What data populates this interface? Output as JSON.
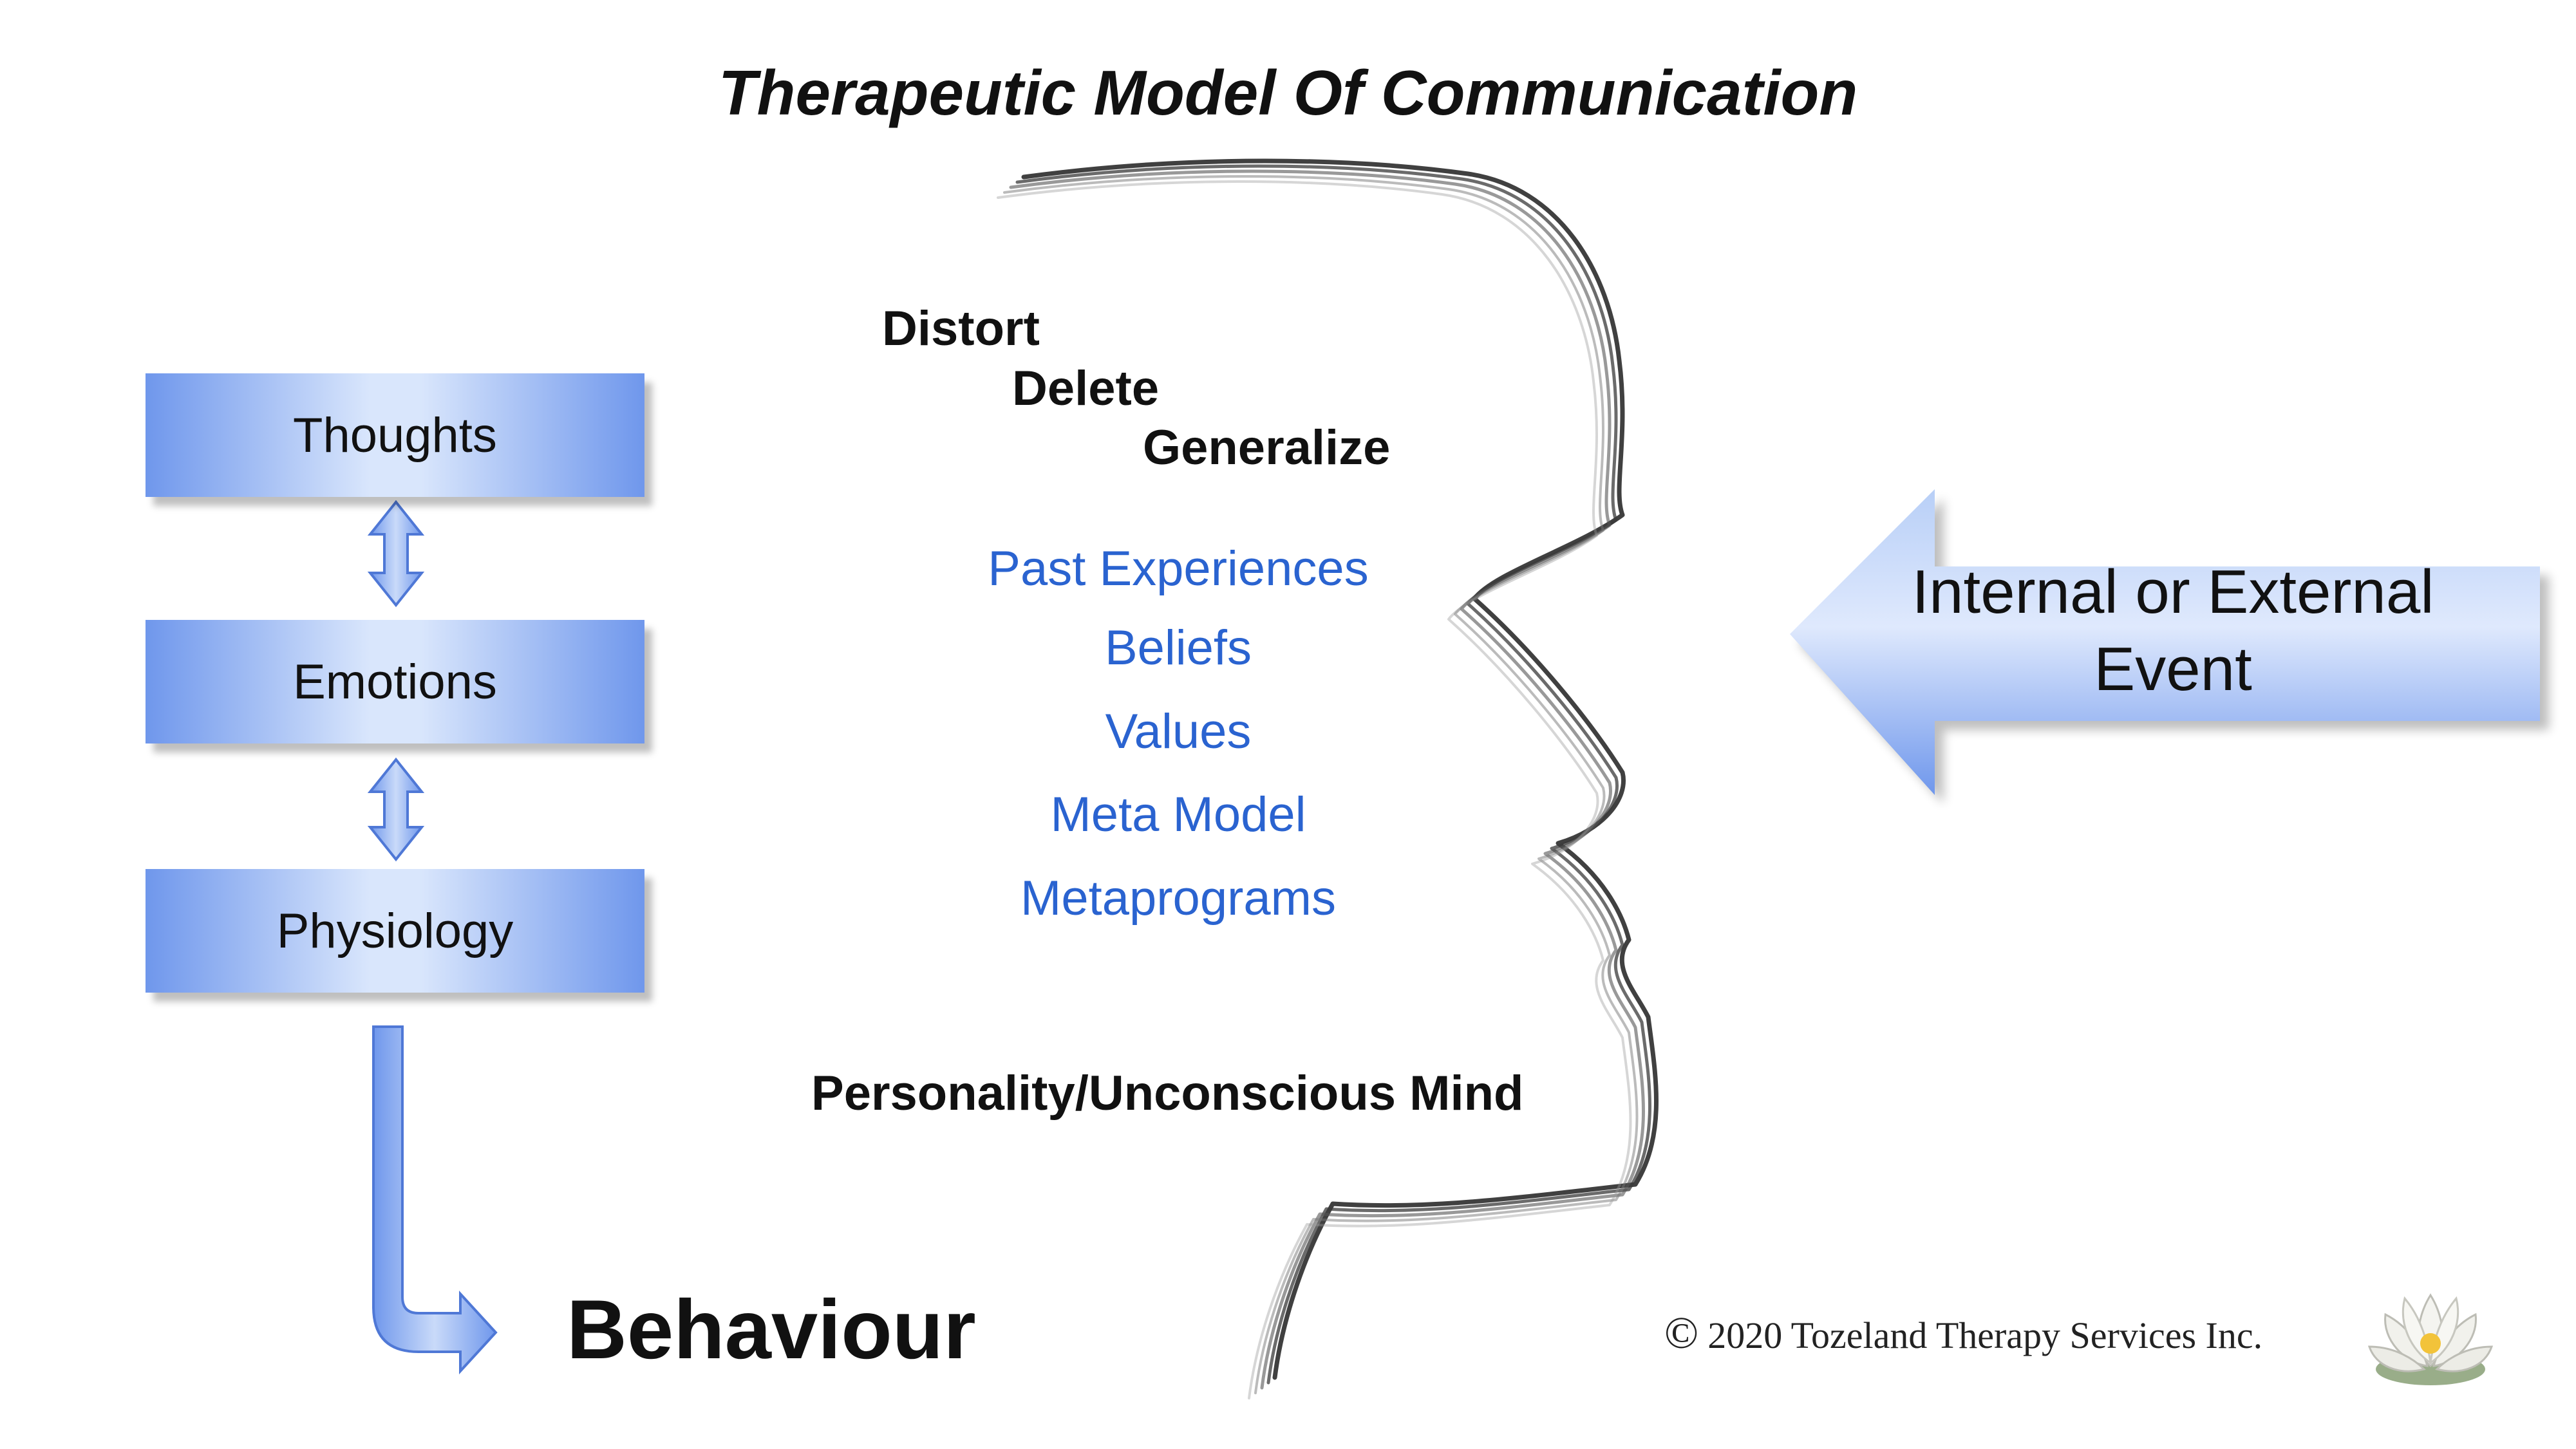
{
  "title": "Therapeutic Model Of Communication",
  "boxes": [
    "Thoughts",
    "Emotions",
    "Physiology"
  ],
  "processes": [
    "Distort",
    "Delete",
    "Generalize"
  ],
  "filters": [
    "Past Experiences",
    "Beliefs",
    "Values",
    "Meta Model",
    "Metaprograms"
  ],
  "unconscious": "Personality/Unconscious Mind",
  "behaviour": "Behaviour",
  "event": {
    "line1": "Internal or External",
    "line2": "Event"
  },
  "copyright": {
    "symbol": "©",
    "text": "2020 Tozeland Therapy Services Inc."
  },
  "colors": {
    "box": "#6f97ec",
    "box_light": "#d9e6fc",
    "filter_text": "#2a63d0",
    "arrow": "#6f97ec"
  },
  "icons": [
    "head-profile-icon",
    "double-arrow-icon",
    "bent-arrow-icon",
    "left-arrow-icon",
    "lotus-flower-icon"
  ]
}
